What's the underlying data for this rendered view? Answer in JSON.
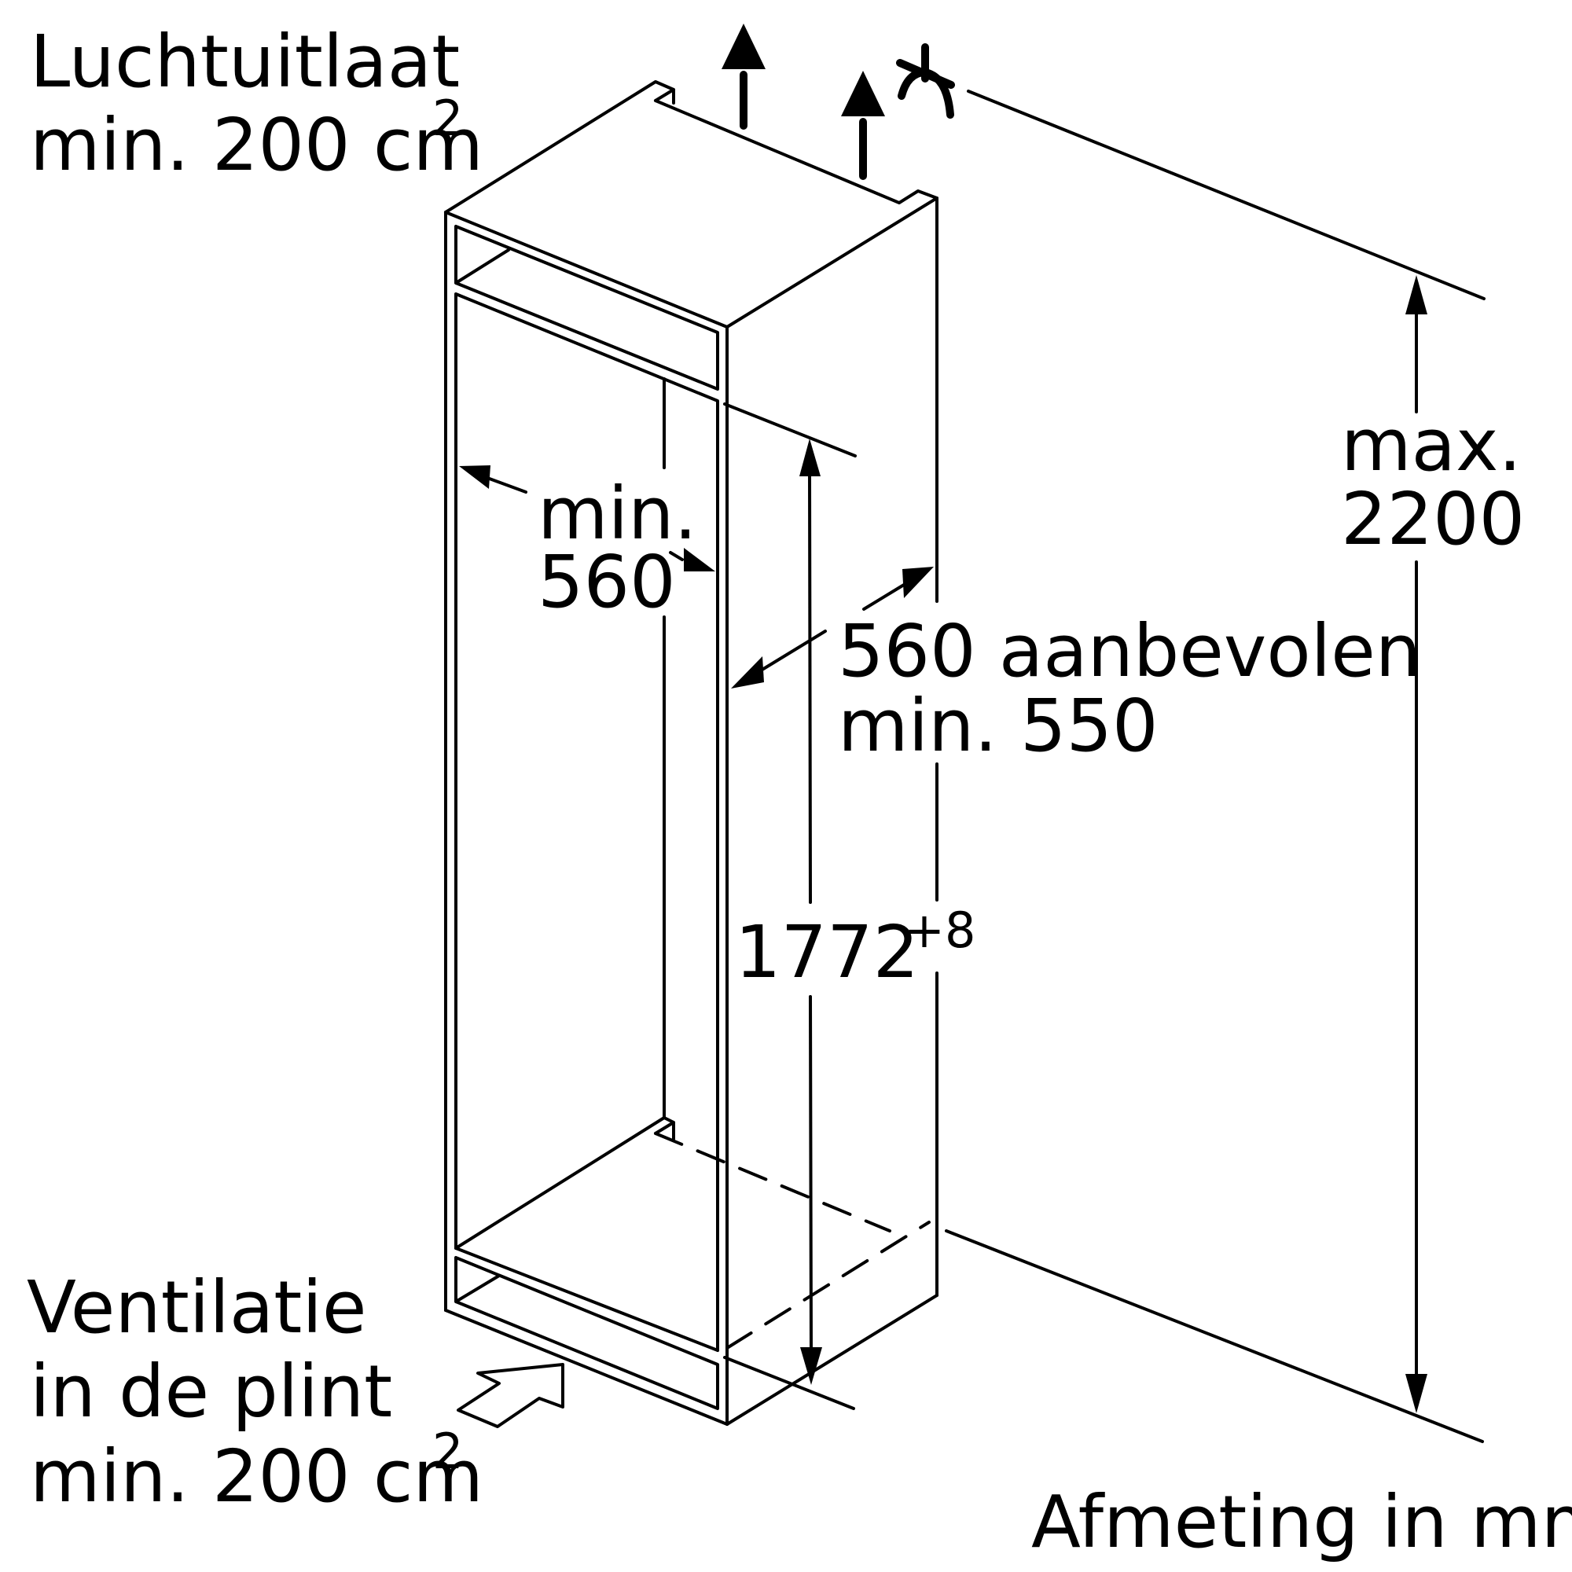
{
  "labels": {
    "air_outlet_title": "Luchtuitlaat",
    "air_outlet_area": "min. 200 cm",
    "air_outlet_unit_exp": "2",
    "ventilation_title": "Ventilatie",
    "ventilation_location": "in de plint",
    "ventilation_area": "min. 200 cm",
    "ventilation_unit_exp": "2",
    "inner_width_prefix": "min.",
    "inner_width_value": "560",
    "depth_recommended": "560 aanbevolen",
    "depth_minimum": "min. 550",
    "niche_height": "1772",
    "niche_height_tolerance": "+8",
    "max_height_prefix": "max.",
    "max_height_value": "2200",
    "unit_note": "Afmeting in mm"
  },
  "icons": {
    "airflow_out": "up-arrow-icon",
    "airflow_in": "inlet-arrow-icon",
    "fastener": "hook-icon"
  }
}
